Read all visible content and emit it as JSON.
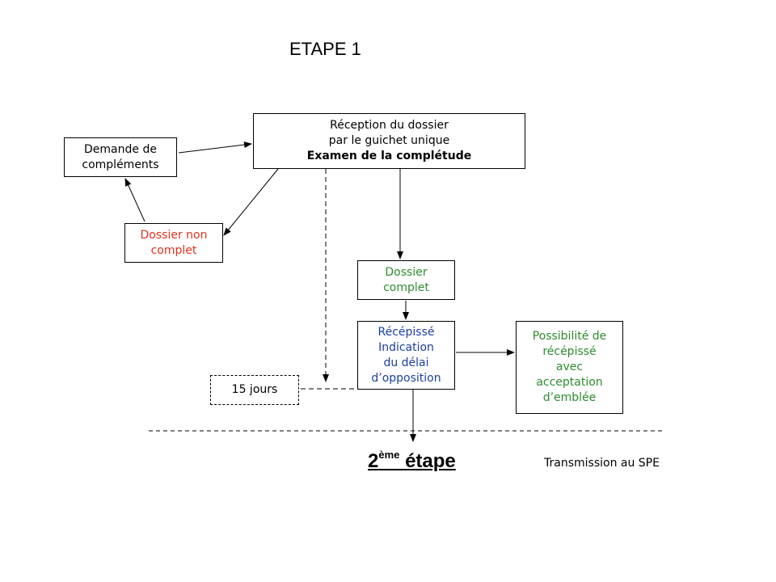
{
  "title": "ETAPE 1",
  "boxes": {
    "reception": {
      "line1": "Réception du dossier",
      "line2": "par le guichet unique",
      "line3": "Examen de la complétude"
    },
    "demande": {
      "line1": "Demande de",
      "line2": "compléments"
    },
    "non_complet": {
      "line1": "Dossier non",
      "line2": "complet"
    },
    "complet": {
      "line1": "Dossier",
      "line2": "complet"
    },
    "recepisse": {
      "line1": "Récépissé",
      "line2": "Indication",
      "line3": "du délai",
      "line4": "d’opposition"
    },
    "possibilite": {
      "line1": "Possibilité de",
      "line2": "récépissé",
      "line3": "avec",
      "line4": "acceptation",
      "line5": "d’emblée"
    },
    "quinze": {
      "label": "15 jours"
    }
  },
  "footer": {
    "step_number": "2",
    "step_sup": "ème",
    "step_word": "étape",
    "transmission": "Transmission au SPE"
  },
  "colors": {
    "red": "#e0301e",
    "green": "#2e8b2e",
    "blue": "#1a3fa0"
  }
}
